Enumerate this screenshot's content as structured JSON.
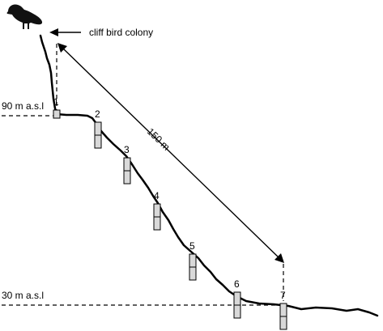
{
  "annotations": {
    "colony_label": "cliff bird colony",
    "distance_label": "150 m",
    "upper_elevation_label": "90 m a.s.l",
    "lower_elevation_label": "30 m a.s.l"
  },
  "sampling_points": [
    {
      "id": "1",
      "label": "1"
    },
    {
      "id": "2",
      "label": "2"
    },
    {
      "id": "3",
      "label": "3"
    },
    {
      "id": "4",
      "label": "4"
    },
    {
      "id": "5",
      "label": "5"
    },
    {
      "id": "6",
      "label": "6"
    },
    {
      "id": "7",
      "label": "7"
    }
  ],
  "icons": {
    "bird": "seabird-icon",
    "arrow": "left-arrow-icon"
  },
  "colors": {
    "line": "#000000",
    "plot_fill": "#d9d9d9"
  }
}
